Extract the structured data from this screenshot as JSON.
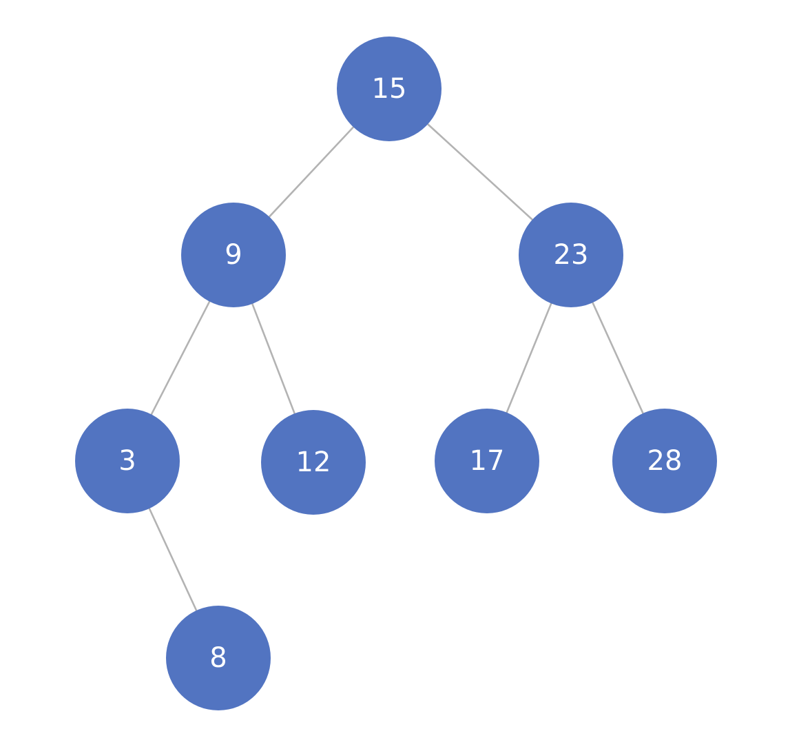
{
  "diagram": {
    "type": "binary-search-tree",
    "colors": {
      "node_fill": "#5274c1",
      "node_text": "#ffffff",
      "edge": "#b3b3b3",
      "background": "#ffffff"
    },
    "nodes": [
      {
        "id": "n15",
        "label": "15"
      },
      {
        "id": "n9",
        "label": "9"
      },
      {
        "id": "n23",
        "label": "23"
      },
      {
        "id": "n3",
        "label": "3"
      },
      {
        "id": "n12",
        "label": "12"
      },
      {
        "id": "n17",
        "label": "17"
      },
      {
        "id": "n28",
        "label": "28"
      },
      {
        "id": "n8",
        "label": "8"
      }
    ],
    "edges": [
      {
        "from": "n15",
        "to": "n9"
      },
      {
        "from": "n15",
        "to": "n23"
      },
      {
        "from": "n9",
        "to": "n3"
      },
      {
        "from": "n9",
        "to": "n12"
      },
      {
        "from": "n23",
        "to": "n17"
      },
      {
        "from": "n23",
        "to": "n28"
      },
      {
        "from": "n3",
        "to": "n8"
      }
    ]
  }
}
